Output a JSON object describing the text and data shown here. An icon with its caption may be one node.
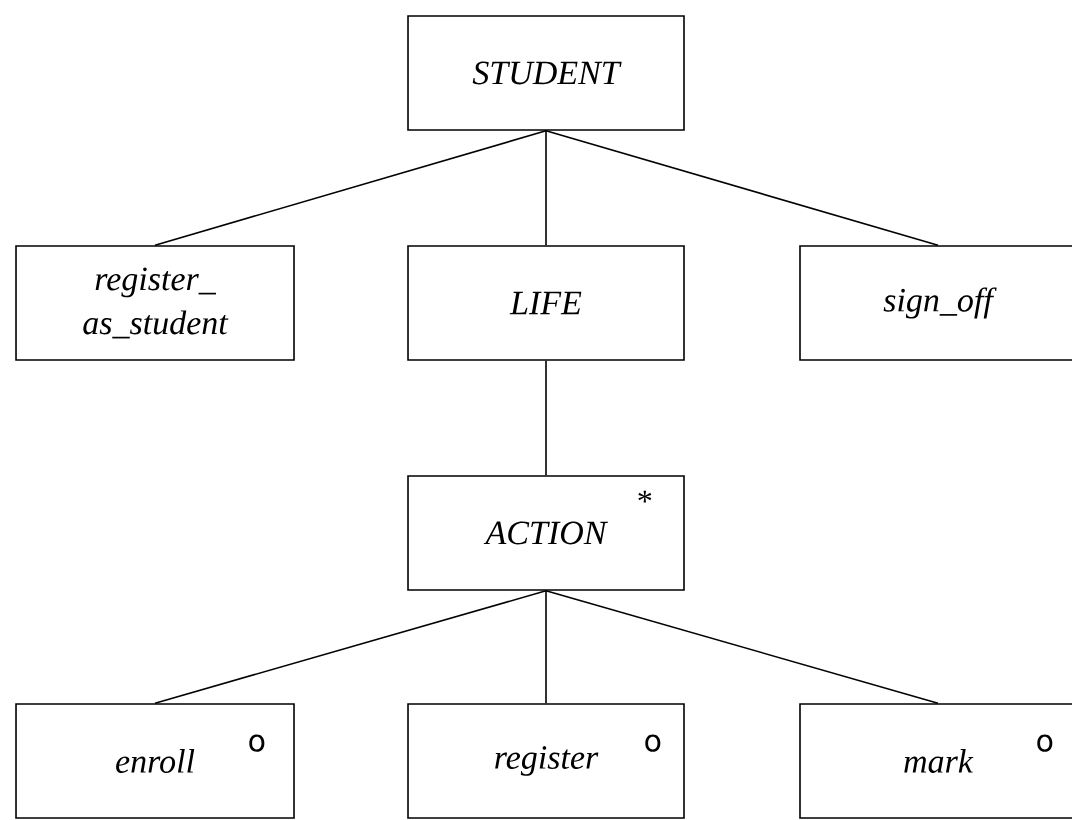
{
  "diagram": {
    "nodes": [
      {
        "text": [
          "STUDENT"
        ]
      },
      {
        "text": [
          "register_ as_student"
        ]
      },
      {
        "text": [
          "LIFE"
        ]
      },
      {
        "text": [
          "sign_off"
        ]
      },
      {
        "text": [
          "ACTION",
          "*"
        ]
      },
      {
        "text": [
          "enroll",
          "o"
        ]
      },
      {
        "text": [
          "register",
          "o"
        ]
      },
      {
        "text": [
          "mark",
          "o"
        ]
      }
    ],
    "edges": [
      {
        "from": 0,
        "to": 1,
        "arrow": "none"
      },
      {
        "from": 0,
        "to": 2,
        "arrow": "none"
      },
      {
        "from": 0,
        "to": 3,
        "arrow": "none"
      },
      {
        "from": 2,
        "to": 4,
        "arrow": "none"
      },
      {
        "from": 4,
        "to": 5,
        "arrow": "none"
      },
      {
        "from": 4,
        "to": 6,
        "arrow": "none"
      },
      {
        "from": 4,
        "to": 7,
        "arrow": "none"
      }
    ]
  }
}
